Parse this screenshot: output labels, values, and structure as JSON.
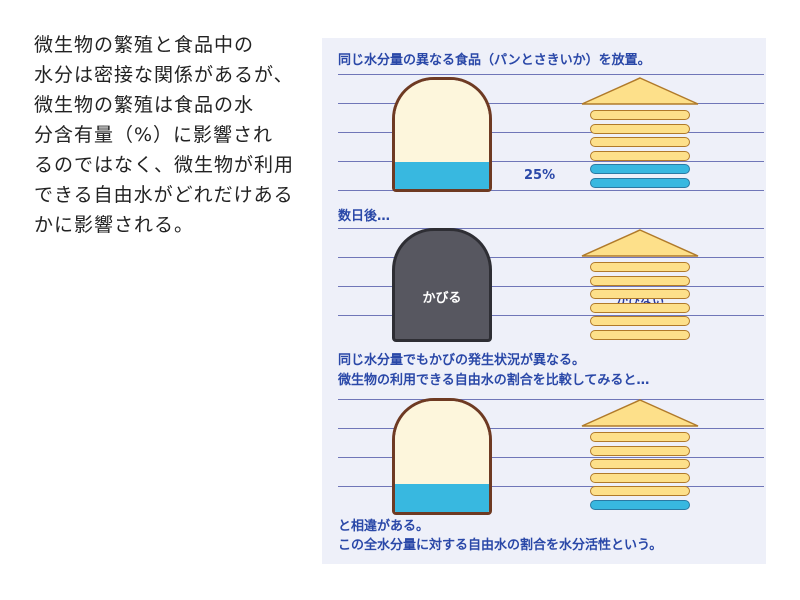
{
  "intro": {
    "text": "微生物の繁殖と食品中の\n水分は密接な関係があるが、\n微生物の繁殖は食品の水\n分含有量（%）に影響され\nるのではなく、微生物が利用\nできる自由水がどれだけある\nかに影響される。"
  },
  "panel": {
    "caption_1": "同じ水分量の異なる食品（パンとさきいか）を放置。",
    "percent_label": "25%",
    "caption_2": "数日後…",
    "bread_moldy_label": "かびる",
    "squid_no_mold_label": "かびない",
    "caption_3_line1": "同じ水分量でもかびの発生状況が異なる。",
    "caption_3_line2": "微生物の利用できる自由水の割合を比較してみると…",
    "caption_4_line1": "と相違がある。",
    "caption_4_line2": "この全水分量に対する自由水の割合を水分活性という。"
  },
  "diagram": {
    "water_level_bread_1": 0.25,
    "water_level_bread_3": 0.25,
    "squid_wet_slices_row1": 2,
    "squid_wet_slices_row3": 1,
    "squid_total_slices": 6
  },
  "colors": {
    "panel_bg": "#eef0f9",
    "caption_text": "#2a48a8",
    "water": "#38b8e0",
    "bread_crumb": "#fdf6dc",
    "bread_crust": "#6e3a22",
    "moldy_bread": "#575760",
    "squid_slice": "#fde08a"
  }
}
